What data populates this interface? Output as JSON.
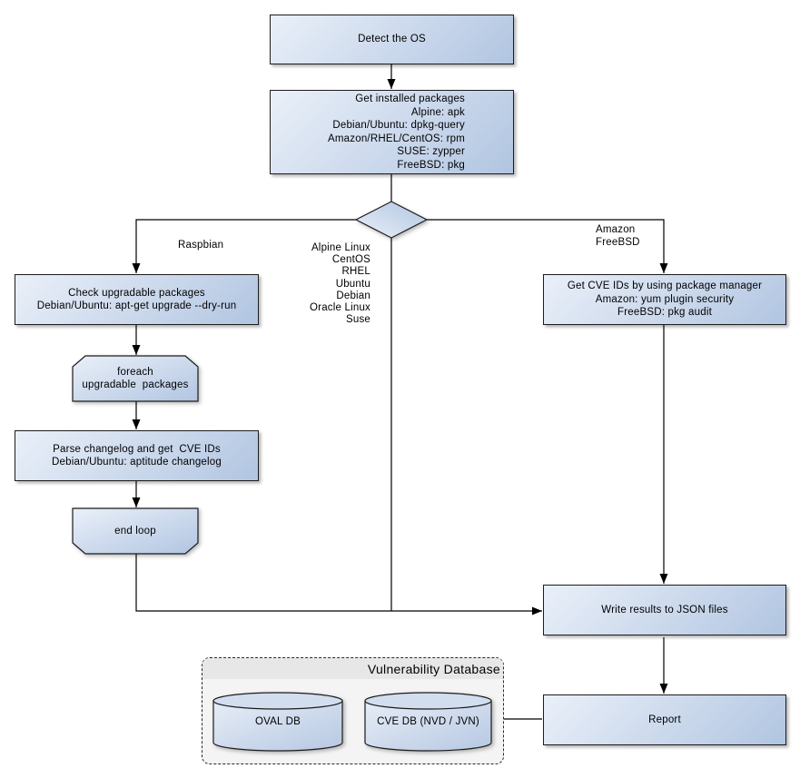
{
  "nodes": {
    "detect_os": {
      "label": "Detect the OS"
    },
    "get_installed_packages": {
      "label": "Get installed packages\nAlpine: apk\nDebian/Ubuntu: dpkg-query\nAmazon/RHEL/CentOS: rpm\nSUSE: zypper\nFreeBSD: pkg"
    },
    "check_upgradable_packages": {
      "label": "Check upgradable packages\nDebian/Ubuntu: apt-get upgrade --dry-run"
    },
    "foreach_upgradable_packages": {
      "label": "foreach\nupgradable  packages"
    },
    "parse_changelog": {
      "label": "Parse changelog and get  CVE IDs\nDebian/Ubuntu: aptitude changelog"
    },
    "end_loop": {
      "label": "end loop"
    },
    "get_cve_ids_package_manager": {
      "label": "Get CVE IDs by using package manager\nAmazon: yum plugin security\nFreeBSD: pkg audit"
    },
    "write_results": {
      "label": "Write results to JSON files"
    },
    "report": {
      "label": "Report"
    }
  },
  "edge_labels": {
    "raspbian": "Raspbian",
    "direct_os_list": "Alpine Linux\nCentOS\nRHEL\nUbuntu\nDebian\nOracle Linux\nSuse",
    "amazon_freebsd": "Amazon\nFreeBSD"
  },
  "database": {
    "title": "Vulnerability Database",
    "cylinders": [
      {
        "label": "OVAL DB"
      },
      {
        "label": "CVE DB (NVD / JVN)"
      }
    ]
  },
  "colors": {
    "node-grad-start": "#eaf0f9",
    "node-grad-end": "#b1c5e1",
    "node-border": "#1c1c1c",
    "line-color": "#000000",
    "db-header-bg": "#e7e7e7",
    "db-body-bg": "#f4f4f4",
    "cyl-grad-start": "#e7edf7",
    "cyl-grad-end": "#b6c8e2",
    "cyl-top": "#d2deef"
  }
}
